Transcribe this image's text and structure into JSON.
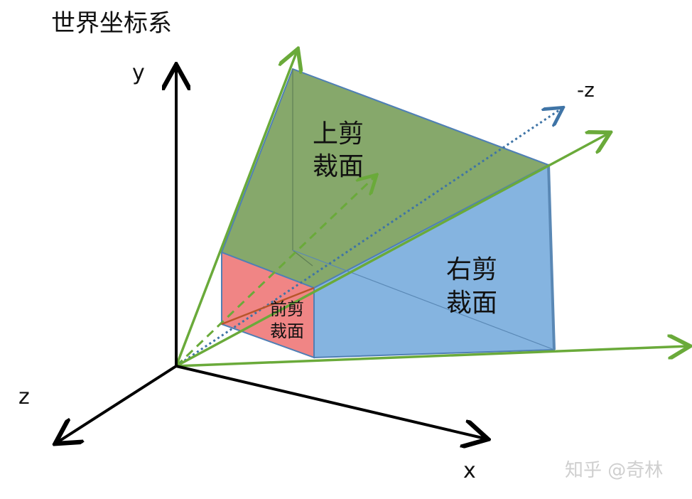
{
  "title": "世界坐标系",
  "axes": {
    "y": "y",
    "x": "x",
    "z": "z",
    "neg_z": "-z"
  },
  "planes": {
    "top": [
      "上剪",
      "裁面"
    ],
    "right": [
      "右剪",
      "裁面"
    ],
    "front": [
      "前剪",
      "裁面"
    ]
  },
  "watermark": "知乎 @奇林",
  "colors": {
    "top_plane": "#7fa363",
    "right_plane": "#85b4e0",
    "front_plane": "#f08585",
    "frustum_edges": "#6aaa3a",
    "plane_border": "#4f7fb5",
    "axis": "#000000"
  }
}
